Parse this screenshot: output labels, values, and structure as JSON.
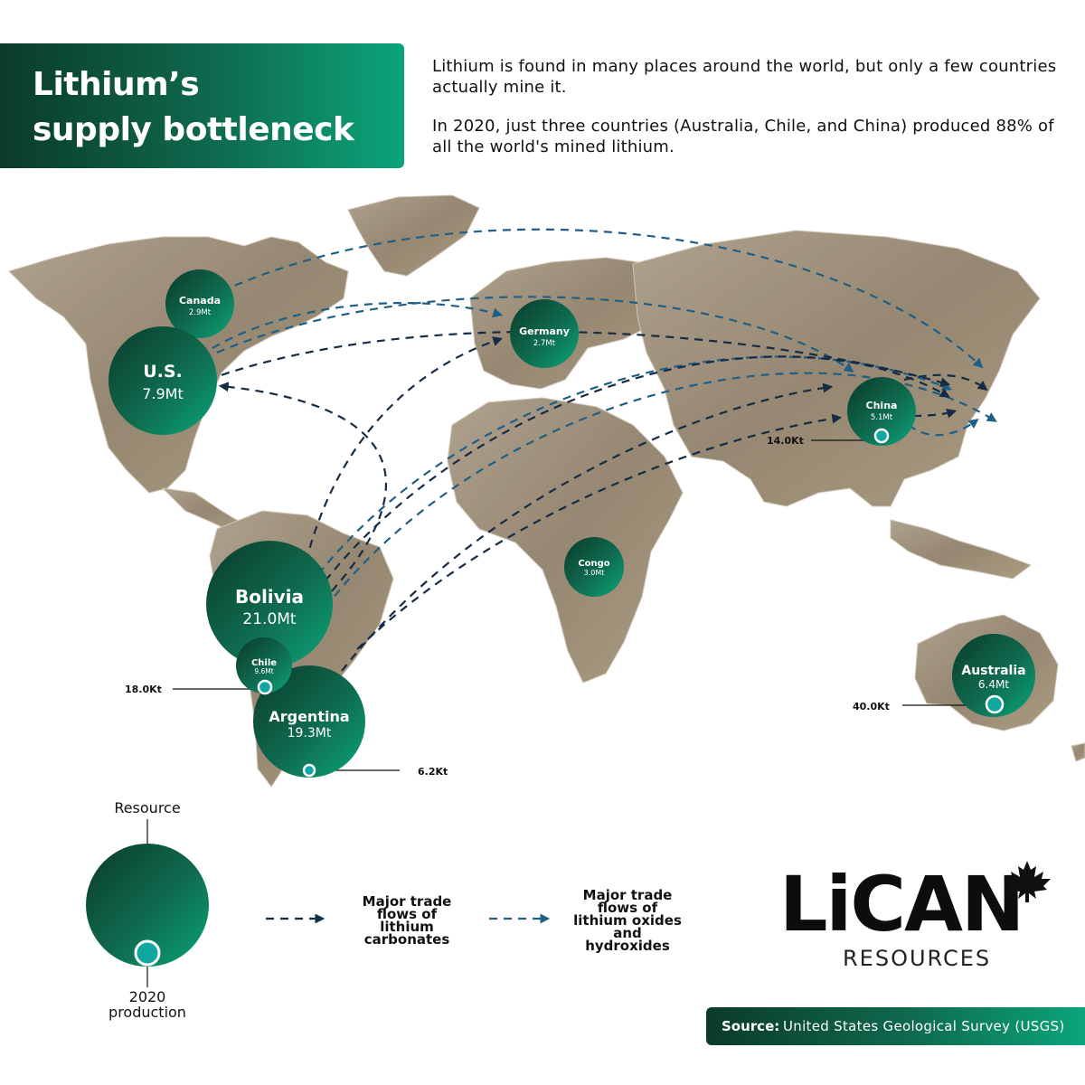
{
  "header": {
    "title_line1": "Lithium’s",
    "title_line2": "supply bottleneck",
    "intro_p1": "Lithium is found in many places around the world, but only a few countries actually mine it.",
    "intro_p2": "In 2020, just three countries (Australia, Chile, and China) produced 88% of all the world's mined lithium."
  },
  "countries": [
    {
      "key": "canada",
      "name": "Canada",
      "resource": "2.9Mt"
    },
    {
      "key": "us",
      "name": "U.S.",
      "resource": "7.9Mt"
    },
    {
      "key": "germany",
      "name": "Germany",
      "resource": "2.7Mt"
    },
    {
      "key": "china",
      "name": "China",
      "resource": "5.1Mt",
      "production": "14.0Kt"
    },
    {
      "key": "congo",
      "name": "Congo",
      "resource": "3.0Mt"
    },
    {
      "key": "bolivia",
      "name": "Bolivia",
      "resource": "21.0Mt"
    },
    {
      "key": "chile",
      "name": "Chile",
      "resource": "9.6Mt",
      "production": "18.0Kt"
    },
    {
      "key": "argentina",
      "name": "Argentina",
      "resource": "19.3Mt",
      "production": "6.2Kt"
    },
    {
      "key": "australia",
      "name": "Australia",
      "resource": "6.4Mt",
      "production": "40.0Kt"
    }
  ],
  "legend": {
    "resource_label": "Resource",
    "production_label": "2020 production",
    "carbonates_label": "Major trade flows of lithium carbonates",
    "oxides_label": "Major trade flows of lithium oxides and hydroxides"
  },
  "colors": {
    "carbonates": "#162b44",
    "oxides": "#1f5f86",
    "circle_dark": "#0b3a2c",
    "circle_light": "#0aa57a",
    "production_dot": "#12a6a0"
  },
  "brand": {
    "logo": "LiCAN",
    "sub": "RESOURCES",
    "icon": "maple-leaf-icon"
  },
  "source": {
    "label": "Source:",
    "value": "United States Geological Survey (USGS)"
  }
}
